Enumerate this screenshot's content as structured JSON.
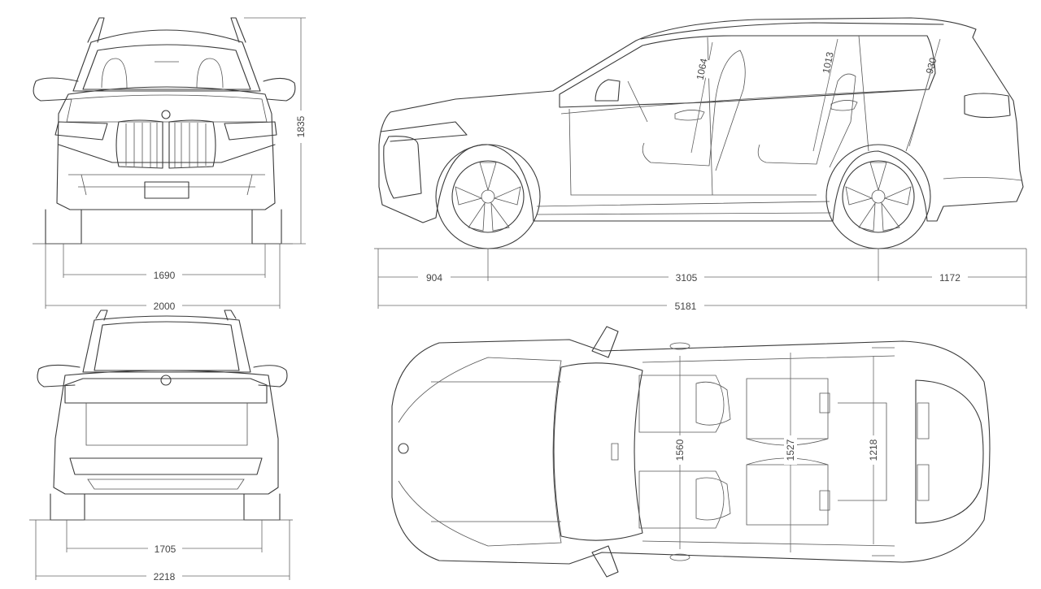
{
  "diagram": {
    "dimensions": {
      "front_track": "1690",
      "overall_width_mirrors": "2000",
      "height": "1835",
      "rear_track": "1705",
      "width_with_mirrors": "2218",
      "front_overhang": "904",
      "wheelbase": "3105",
      "rear_overhang": "1172",
      "length": "5181",
      "headroom_front": "1064",
      "headroom_second_row": "1013",
      "headroom_third_row": "930",
      "shoulder_width_front": "1560",
      "shoulder_width_second_row": "1527",
      "shoulder_width_third_row": "1218"
    },
    "views": [
      "front-view",
      "rear-view",
      "side-view",
      "top-view"
    ],
    "colors": {
      "line": "#3a3a3a",
      "dimension": "#666666",
      "background": "#ffffff"
    }
  }
}
